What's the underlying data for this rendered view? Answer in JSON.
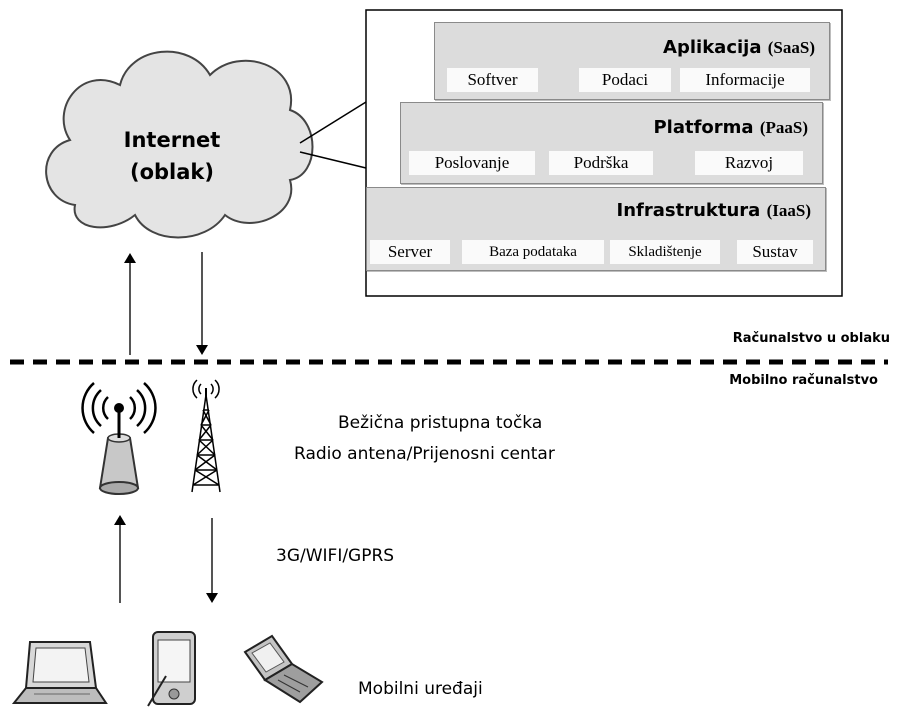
{
  "cloud": {
    "line1": "Internet",
    "line2": "(oblak)"
  },
  "layers": {
    "saas": {
      "title": "Aplikacija",
      "abbr": "(SaaS)",
      "items": [
        "Softver",
        "Podaci",
        "Informacije"
      ]
    },
    "paas": {
      "title": "Platforma",
      "abbr": "(PaaS)",
      "items": [
        "Poslovanje",
        "Podrška",
        "Razvoj"
      ]
    },
    "iaas": {
      "title": "Infrastruktura",
      "abbr": "(IaaS)",
      "items": [
        "Server",
        "Baza podataka",
        "Skladištenje",
        "Sustav"
      ]
    }
  },
  "divider": {
    "above": "Računalstvo u oblaku",
    "below": "Mobilno računalstvo"
  },
  "access": {
    "line1": "Bežična pristupna točka",
    "line2": "Radio antena/Prijenosni centar"
  },
  "network": "3G/WIFI/GPRS",
  "devices": "Mobilni uređaji",
  "icons": [
    "cloud-icon",
    "wireless-access-point-icon",
    "radio-tower-icon",
    "laptop-icon",
    "pda-icon",
    "flip-phone-icon"
  ]
}
